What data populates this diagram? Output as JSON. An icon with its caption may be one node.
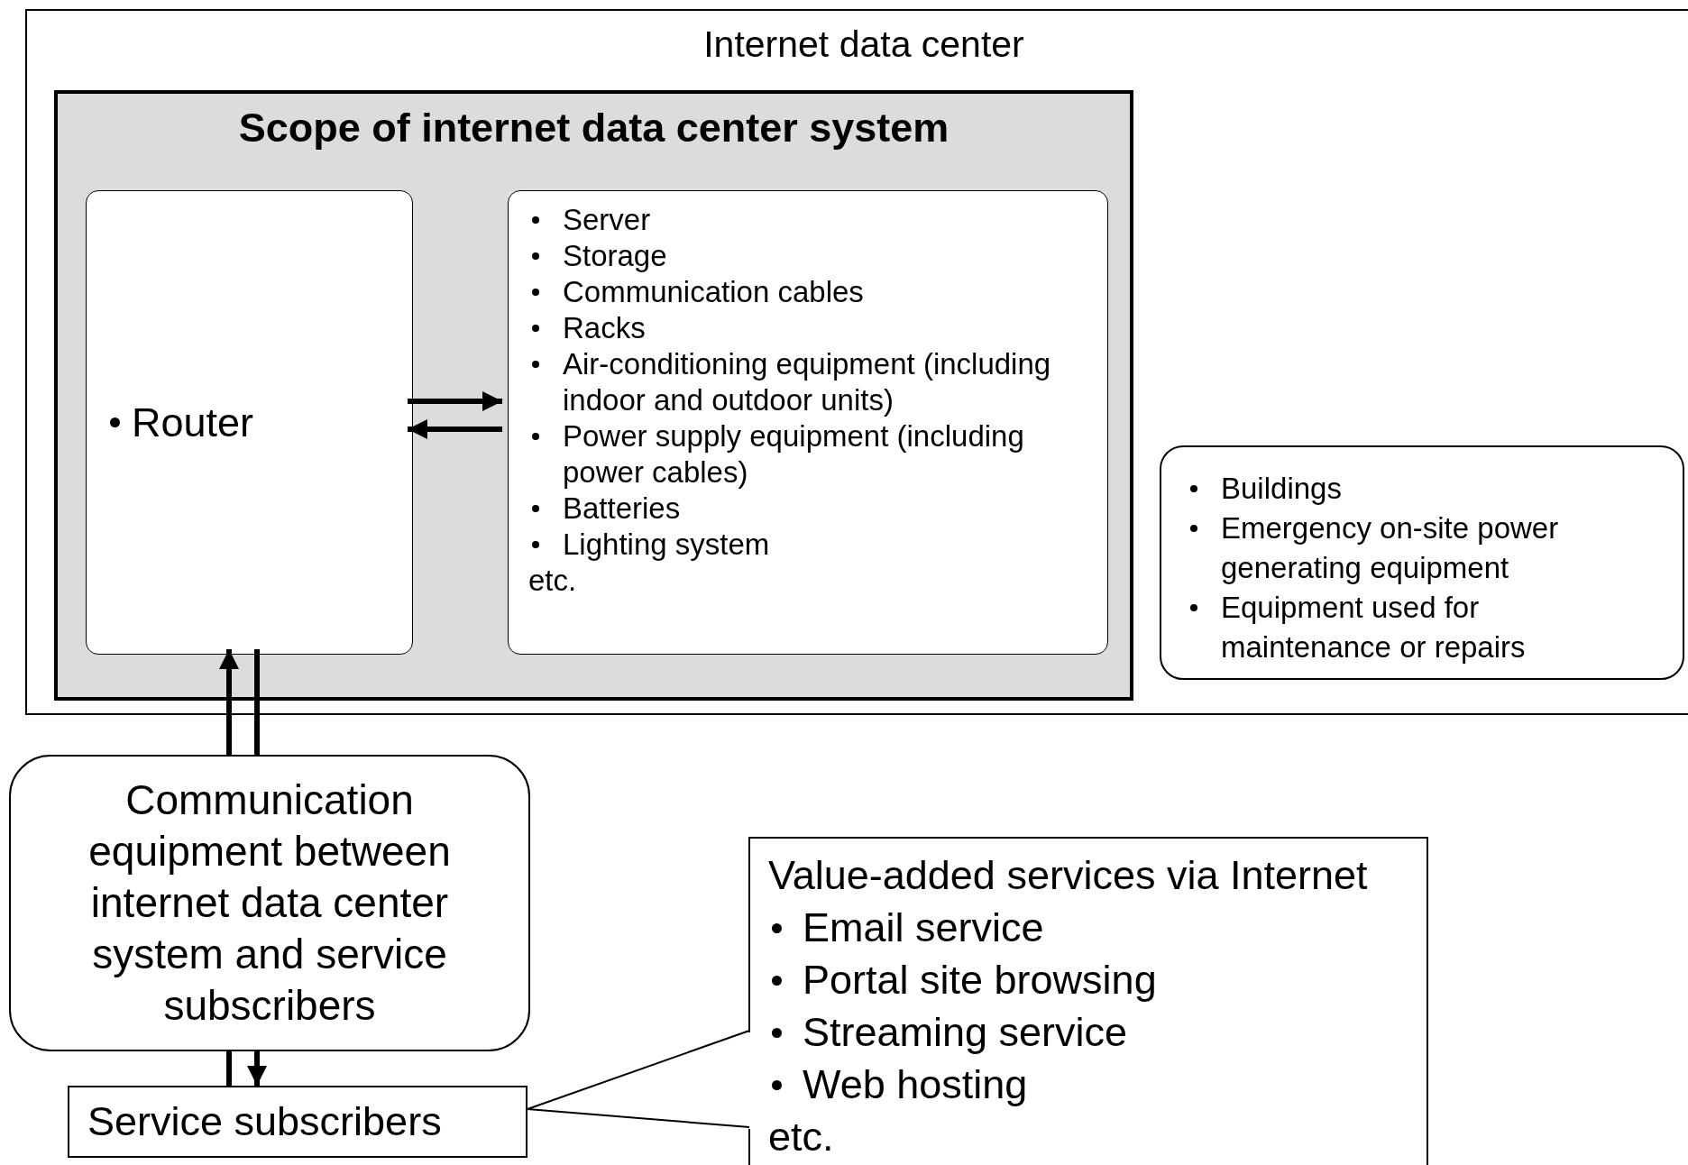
{
  "diagram": {
    "nodes": [
      {
        "text": [
          "Internet data center"
        ]
      },
      {
        "text": [
          "Scope of internet data center system"
        ],
        "in": 0
      },
      {
        "text": [
          "Router"
        ],
        "in": 1
      },
      {
        "text": [
          "Server",
          "Storage",
          "Communication cables",
          "Racks",
          "Air-conditioning equipment (including indoor and outdoor units)",
          "Power supply equipment (including power cables)",
          "Batteries",
          "Lighting system",
          "etc."
        ],
        "in": 1
      },
      {
        "text": [
          "Buildings",
          "Emergency on-site power generating equipment",
          "Equipment used for maintenance or repairs"
        ],
        "in": 0
      },
      {
        "text": [
          "Communication equipment between internet data center system and service subscribers"
        ]
      },
      {
        "text": [
          "Service subscribers"
        ]
      },
      {
        "text": [
          "Value-added services via Internet",
          "Email service",
          "Portal site browsing",
          "Streaming service",
          "Web hosting",
          "etc."
        ]
      }
    ],
    "edges": [
      {
        "from": 2,
        "to": 3,
        "arrow": "to"
      },
      {
        "from": 3,
        "to": 2,
        "arrow": "to"
      },
      {
        "from": 5,
        "to": 2,
        "arrow": "to"
      },
      {
        "from": 2,
        "to": 5,
        "arrow": "none"
      },
      {
        "from": 6,
        "to": 5,
        "arrow": "none"
      },
      {
        "from": 5,
        "to": 6,
        "arrow": "to"
      },
      {
        "from": 7,
        "to": 6,
        "arrow": "none"
      }
    ]
  }
}
